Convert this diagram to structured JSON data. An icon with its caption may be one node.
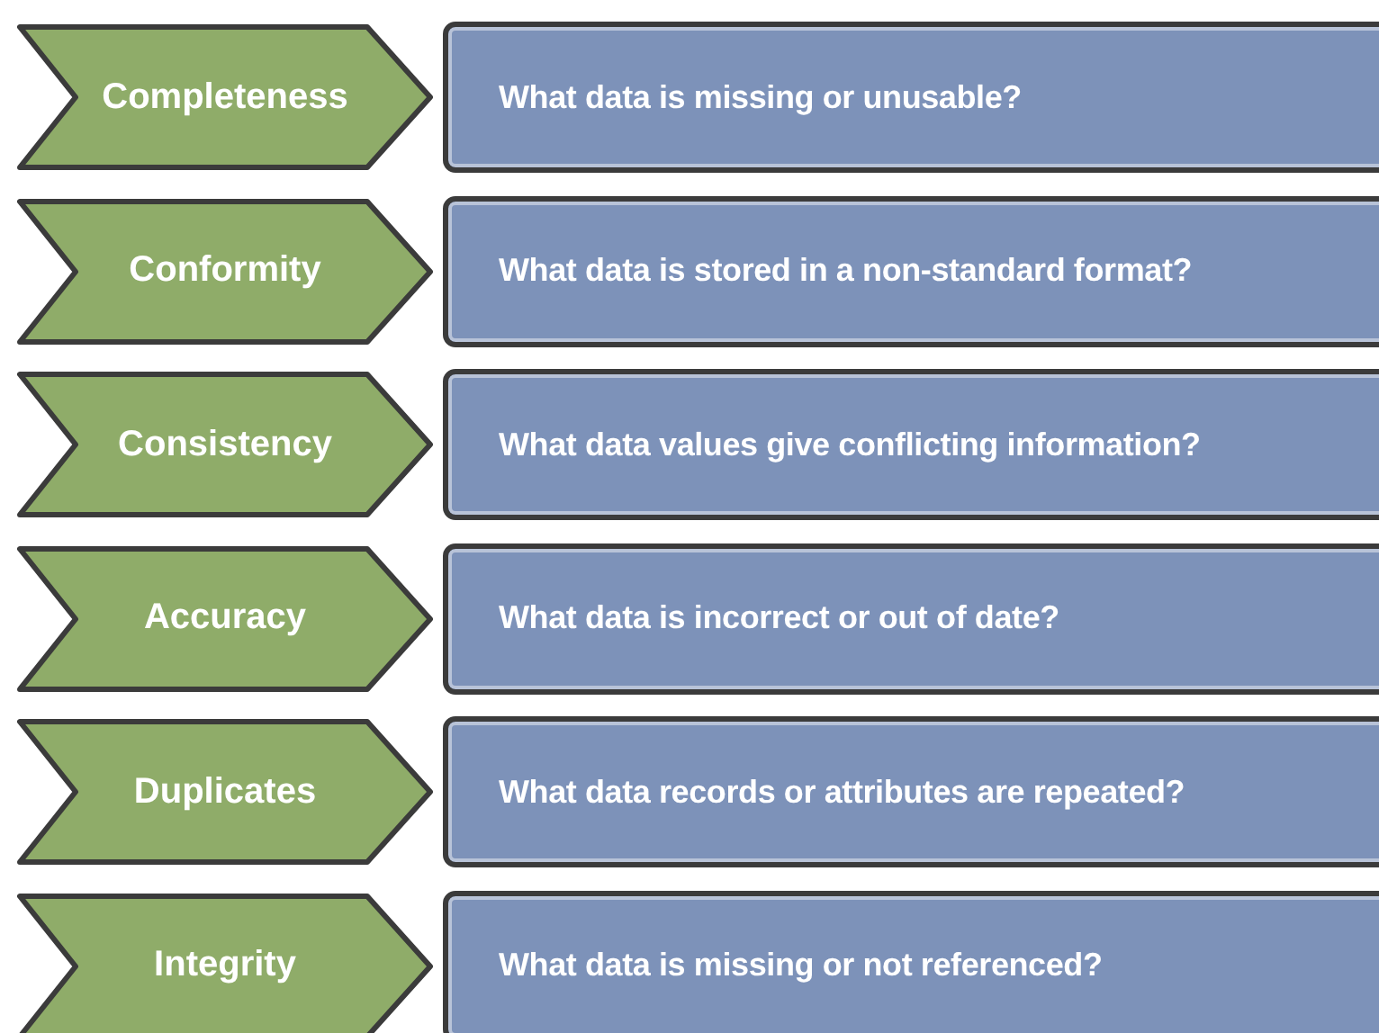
{
  "diagram": {
    "nodes": [
      {
        "text": [
          "Completeness"
        ]
      },
      {
        "text": [
          "What data is missing or unusable?"
        ]
      },
      {
        "text": [
          "Conformity"
        ]
      },
      {
        "text": [
          "What data is stored in a non-standard format?"
        ]
      },
      {
        "text": [
          "Consistency"
        ]
      },
      {
        "text": [
          "What data values give conflicting information?"
        ]
      },
      {
        "text": [
          "Accuracy"
        ]
      },
      {
        "text": [
          "What data is incorrect or out of date?"
        ]
      },
      {
        "text": [
          "Duplicates"
        ]
      },
      {
        "text": [
          "What data records or attributes are repeated?"
        ]
      },
      {
        "text": [
          "Integrity"
        ]
      },
      {
        "text": [
          "What data is missing or not referenced?"
        ]
      }
    ]
  }
}
